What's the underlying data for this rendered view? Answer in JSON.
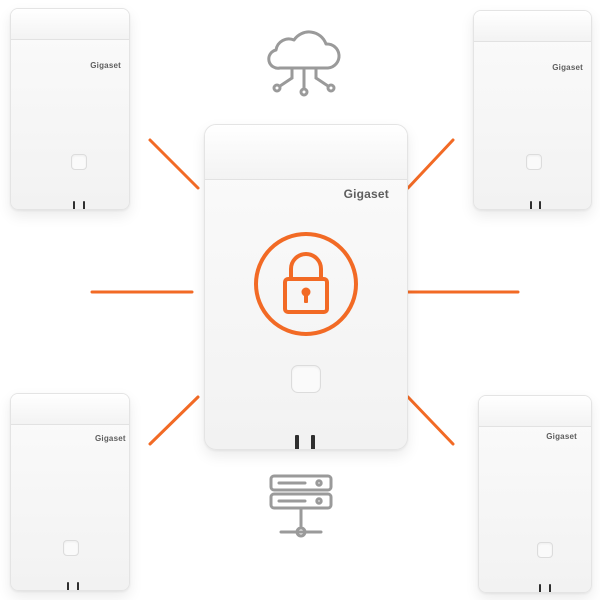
{
  "devices": {
    "center": {
      "brand": "Gigaset"
    },
    "top_left": {
      "brand": "Gigaset"
    },
    "top_right": {
      "brand": "Gigaset"
    },
    "bottom_left": {
      "brand": "Gigaset"
    },
    "bottom_right": {
      "brand": "Gigaset"
    }
  },
  "icons": {
    "top": "cloud-network-icon",
    "center": "padlock-icon",
    "bottom": "server-stack-icon"
  },
  "colors": {
    "accent": "#f26a25",
    "icon_gray": "#9a9a9a",
    "brand_text": "#5e5e5e"
  }
}
